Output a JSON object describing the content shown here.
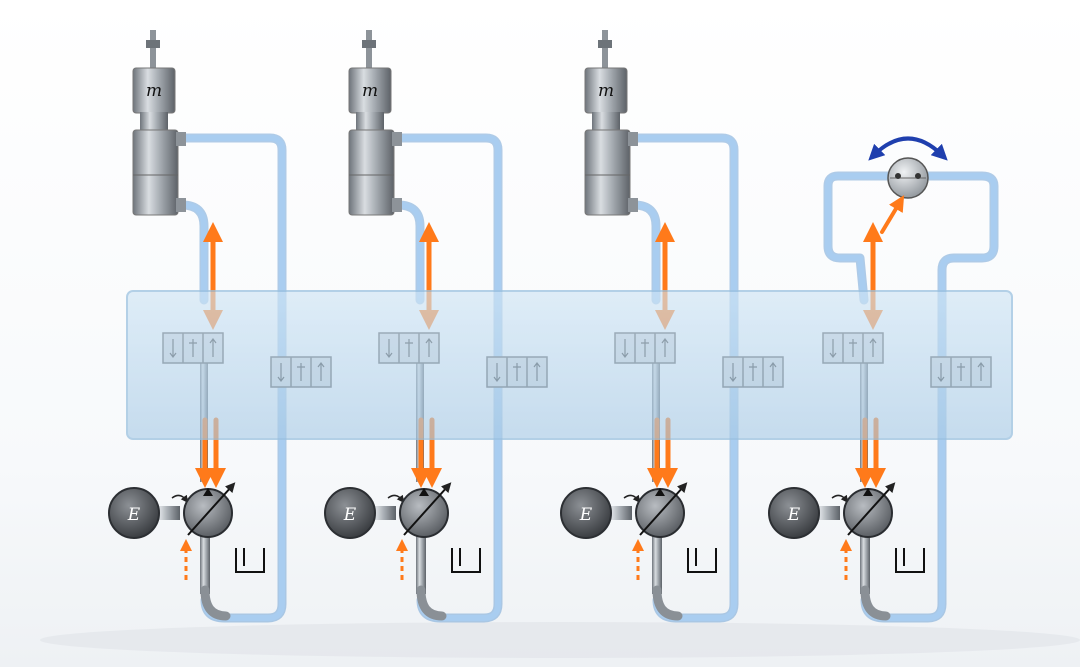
{
  "diagram": {
    "units": [
      {
        "id": "unit-1",
        "top_component": "mass-cylinder",
        "mass_label": "m",
        "motor_label": "E"
      },
      {
        "id": "unit-2",
        "top_component": "mass-cylinder",
        "mass_label": "m",
        "motor_label": "E"
      },
      {
        "id": "unit-3",
        "top_component": "mass-cylinder",
        "mass_label": "m",
        "motor_label": "E"
      },
      {
        "id": "unit-4",
        "top_component": "rotary-actuator",
        "mass_label": "",
        "motor_label": "E"
      }
    ],
    "colors": {
      "hydraulic_line": "#a9cdf0",
      "hydraulic_line_edge": "#6fa3d6",
      "flow_arrow": "#ff7a1a",
      "manifold": "#bcd9ef",
      "steel": "#9aa0a6",
      "rotation_arrow": "#1f3fae"
    },
    "icons": [
      "pump-icon",
      "motor-icon",
      "tank-icon",
      "valve-icon",
      "mass-cylinder-icon",
      "rotary-actuator-icon"
    ]
  }
}
